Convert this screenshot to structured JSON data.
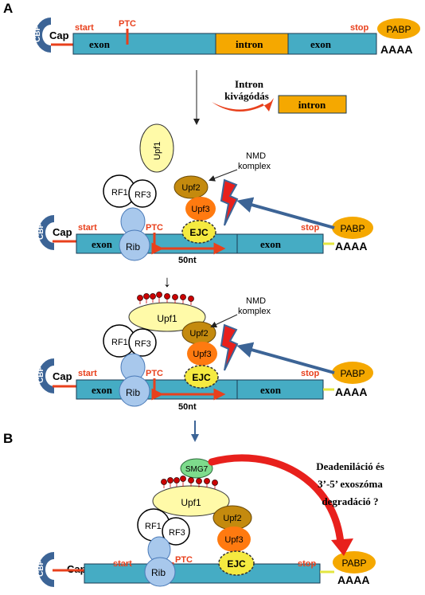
{
  "panels": {
    "a": {
      "label": "A"
    },
    "b": {
      "label": "B"
    }
  },
  "labels": {
    "cbp": "CBP",
    "cap": "Cap",
    "start": "start",
    "ptc": "PTC",
    "stop": "stop",
    "pabp": "PABP",
    "polya": "AAAA",
    "exon": "exon",
    "intron": "intron",
    "rib": "Rib",
    "rf1": "RF1",
    "rf3": "RF3",
    "upf1": "Upf1",
    "upf2": "Upf2",
    "upf3": "Upf3",
    "ejc": "EJC",
    "smg7": "SMG7",
    "distance": "50nt",
    "nmd_line1": "NMD",
    "nmd_line2": "komplex"
  },
  "splicing": {
    "line1": "Intron",
    "line2": "kivágódás"
  },
  "degradation": {
    "line1": "Deadeniláció és",
    "line2": "3’-5’ exoszóma",
    "line3": "degradáció ?"
  },
  "colors": {
    "mrna": "#45acc4",
    "intron": "#f5a800",
    "cbp": "#3c6496",
    "pabp": "#f5a800",
    "accent_red": "#e8401c",
    "ribosome": "#a8c8ec",
    "upf1": "#fffaa8",
    "upf2": "#c48a0e",
    "upf3": "#ff7a10",
    "ejc": "#f5ea40",
    "smg7": "#7ddc8c",
    "arrow_blue": "#3c6496",
    "phosphate": "#cc0000"
  },
  "icons": [
    "cbp-cap-shape",
    "lightning-icon",
    "phosphate-marker",
    "curved-red-arrow",
    "blue-arrow"
  ]
}
